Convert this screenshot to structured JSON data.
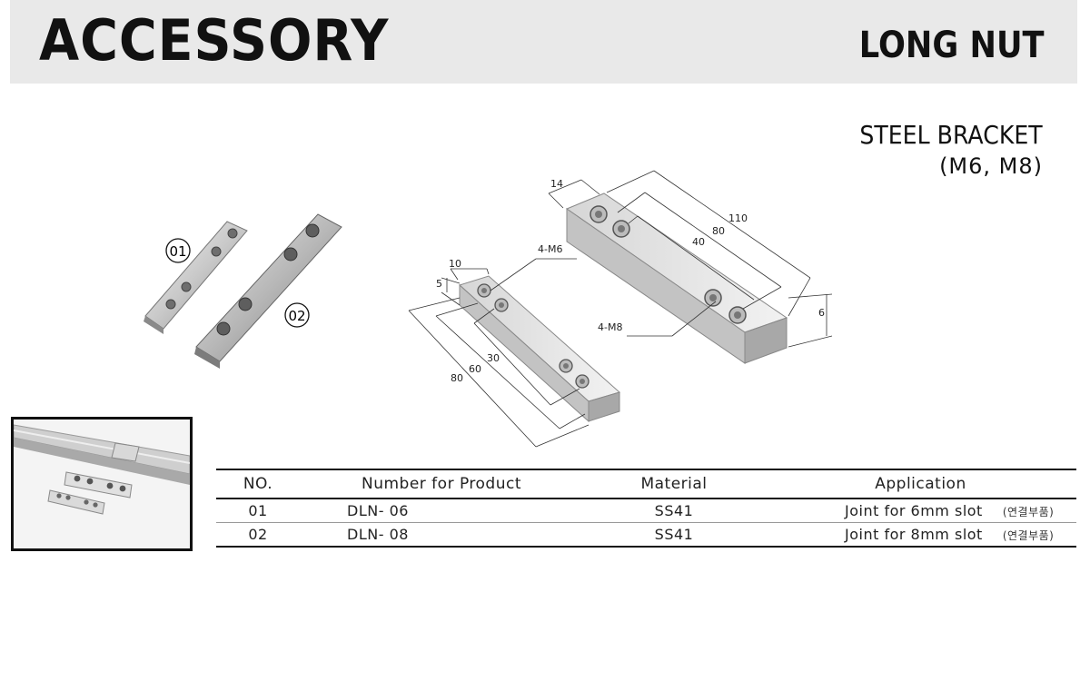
{
  "header": {
    "title": "ACCESSORY",
    "subtitle": "LONG NUT"
  },
  "spec": {
    "title": "STEEL BRACKET",
    "subtitle": "(M6, M8)"
  },
  "parts": {
    "label_1": "01",
    "label_2": "02"
  },
  "drawing": {
    "dim_14": "14",
    "dim_110": "110",
    "dim_80_top": "80",
    "dim_40": "40",
    "dim_6": "6",
    "note_m8": "4-M8",
    "note_m6": "4-M6",
    "dim_10": "10",
    "dim_5": "5",
    "dim_30": "30",
    "dim_60": "60",
    "dim_80_bottom": "80"
  },
  "table": {
    "headers": [
      "NO.",
      "Number for Product",
      "Material",
      "Application"
    ],
    "rows": [
      {
        "no": "01",
        "product": "DLN- 06",
        "material": "SS41",
        "application": "Joint for 6mm slot",
        "note": "(연결부품)"
      },
      {
        "no": "02",
        "product": "DLN- 08",
        "material": "SS41",
        "application": "Joint for 8mm slot",
        "note": "(연결부품)"
      }
    ]
  },
  "colors": {
    "header_bg": "#e9e9e9",
    "text": "#111111",
    "metal_light": "#d9d9d9",
    "metal_dark": "#9a9a9a"
  }
}
